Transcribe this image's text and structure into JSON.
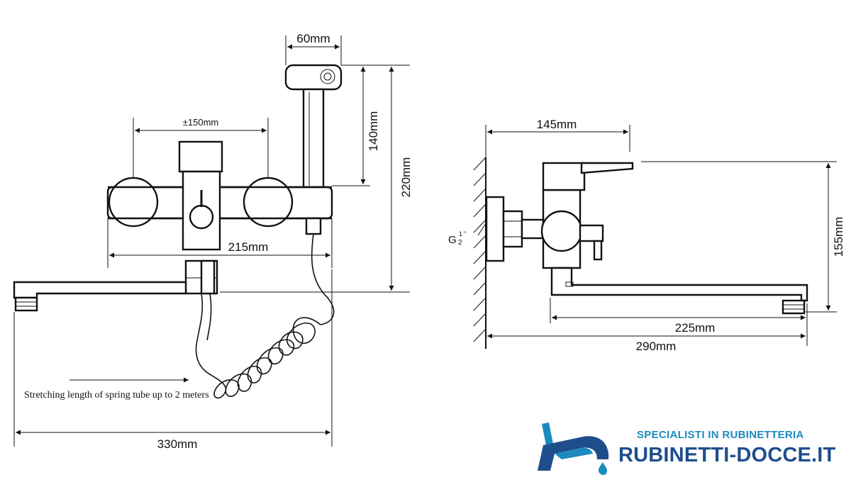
{
  "left_view": {
    "dim_shower_width": "60mm",
    "dim_shower_height": "140mm",
    "dim_total_height": "220mm",
    "dim_center_spacing": "±150mm",
    "dim_body_width": "215mm",
    "dim_spout_reach": "330mm",
    "note_spring_tube": "Stretching length of spring tube up to 2 meters"
  },
  "right_view": {
    "dim_wall_to_body": "145mm",
    "dim_height": "155mm",
    "dim_spout_length": "225mm",
    "dim_total_length": "290mm",
    "thread_label_main": "G",
    "thread_label_num": "1",
    "thread_label_den": "2",
    "thread_label_inch": "\""
  },
  "logo": {
    "tagline": "SPECIALISTI IN RUBINETTERIA",
    "name": "RUBINETTI-DOCCE.IT",
    "colors": {
      "primary": "#1f4e8c",
      "accent": "#1b8bbf"
    }
  }
}
